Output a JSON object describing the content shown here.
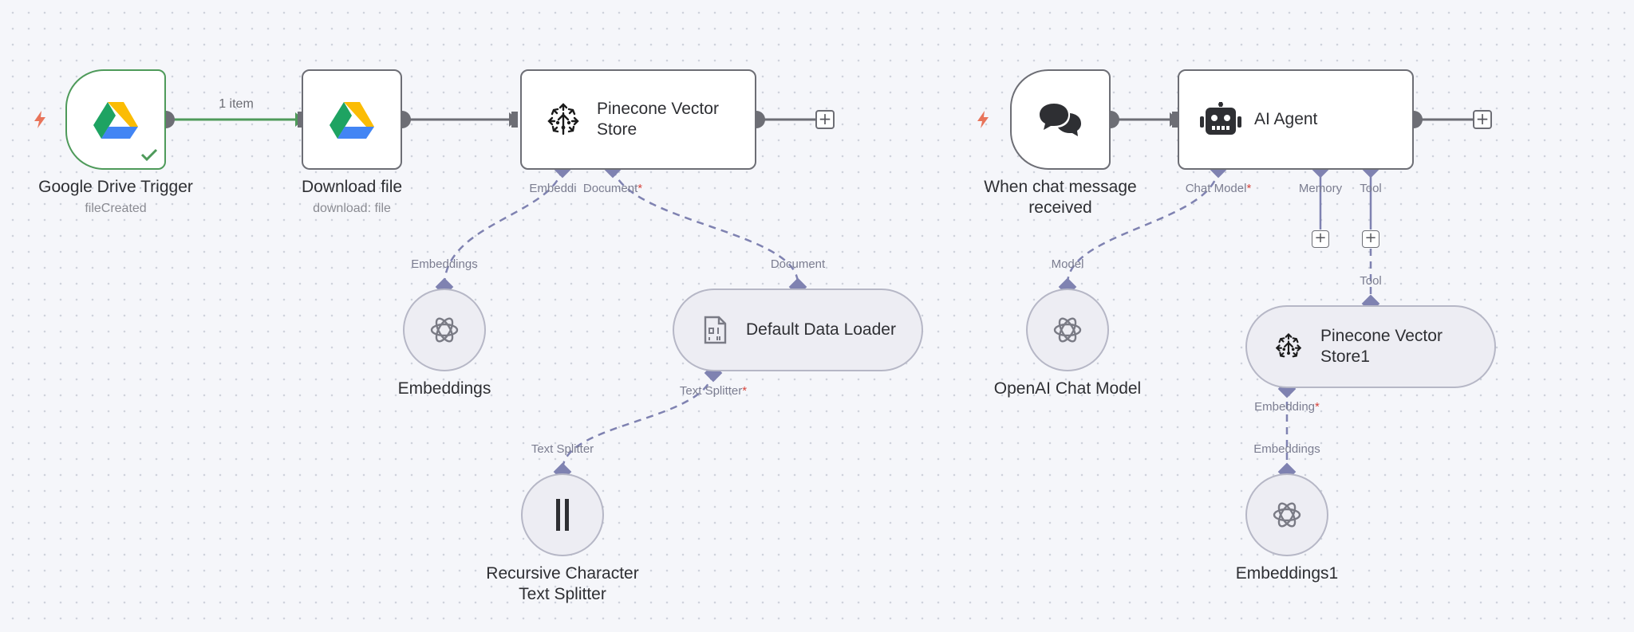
{
  "colors": {
    "canvas": "#f5f6fa",
    "node_border": "#6d6e75",
    "success": "#4e9a5a",
    "sub_node_fill": "#ededf3",
    "port": "#7f82b1",
    "required": "#d6453d",
    "trigger_bolt": "#e8745a"
  },
  "workflow1": {
    "trigger": {
      "name": "Google Drive Trigger",
      "subtitle": "fileCreated",
      "icon": "google-drive-icon",
      "status": "success-check-icon"
    },
    "edge_label": "1 item",
    "download": {
      "name": "Download file",
      "subtitle": "download: file",
      "icon": "google-drive-icon"
    },
    "pinecone": {
      "name": "Pinecone Vector Store",
      "icon": "pinecone-icon",
      "ports": {
        "embedding": "Embeddi",
        "document": "Document"
      }
    },
    "embeddings": {
      "name": "Embeddings",
      "port": "Embeddings",
      "icon": "openai-icon"
    },
    "loader": {
      "name": "Default Data Loader",
      "port_in": "Document",
      "port_out": "Text Splitter",
      "icon": "document-icon"
    },
    "splitter": {
      "name": "Recursive Character Text Splitter",
      "port": "Text Splitter",
      "icon": "text-splitter-icon"
    }
  },
  "workflow2": {
    "trigger": {
      "name": "When chat message received",
      "icon": "chat-bubbles-icon"
    },
    "agent": {
      "name": "AI Agent",
      "icon": "robot-icon",
      "ports": {
        "chat_model": "Chat Model",
        "memory": "Memory",
        "tool": "Tool"
      }
    },
    "chat_model": {
      "name": "OpenAI Chat Model",
      "port": "Model",
      "icon": "openai-icon"
    },
    "tool_port_label": "Tool",
    "pinecone": {
      "name": "Pinecone Vector Store1",
      "port_out": "Embedding",
      "icon": "pinecone-icon"
    },
    "embeddings": {
      "name": "Embeddings1",
      "port": "Embeddings",
      "icon": "openai-icon"
    }
  },
  "symbols": {
    "required": "*",
    "plus": "+"
  }
}
